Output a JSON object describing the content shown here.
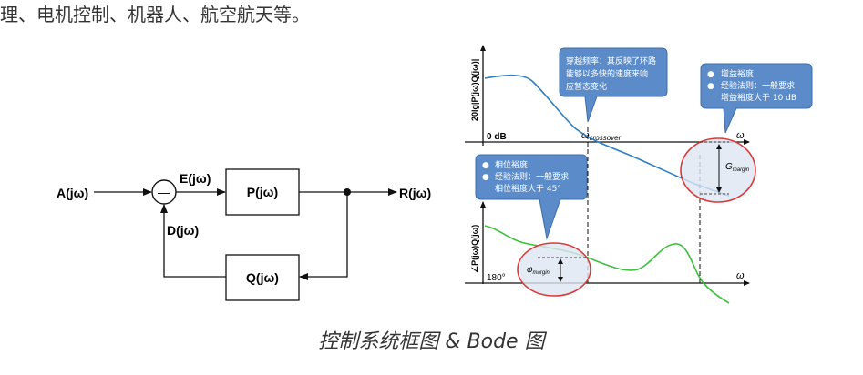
{
  "page": {
    "top_text": "理、电机控制、机器人、航空航天等。",
    "caption": "控制系统框图 & Bode 图"
  },
  "block_diagram": {
    "input": "A(jω)",
    "error": "E(jω)",
    "plant": "P(jω)",
    "output": "R(jω)",
    "feedback": "D(jω)",
    "controller": "Q(jω)",
    "sum_sign": "—"
  },
  "bode": {
    "mag_axis_label": "20lg|P(jω)Q(jω)|",
    "phase_axis_label": "∠P(jω)Q(jω)",
    "zero_db": "0 dB",
    "deg180": "180°",
    "omega": "ω",
    "crossover_base": "ω",
    "crossover_sub": "crossover",
    "gmargin_base": "G",
    "gmargin_sub": "margin",
    "phimargin_base": "φ",
    "phimargin_sub": "margin",
    "colors": {
      "magnitude": "#2f7fc1",
      "phase": "#3fbf3f",
      "callout": "#5b8cc9",
      "highlight": "#d83a3a"
    },
    "callout_crossover": [
      "穿越频率：其反映了环路",
      "能够以多快的速度来响",
      "应暂态变化"
    ],
    "callout_gain": [
      "增益裕度",
      "经验法则：一般要求",
      "增益裕度大于 10 dB"
    ],
    "callout_phase": [
      "相位裕度",
      "经验法则：一般要求",
      "相位裕度大于 45°"
    ]
  }
}
